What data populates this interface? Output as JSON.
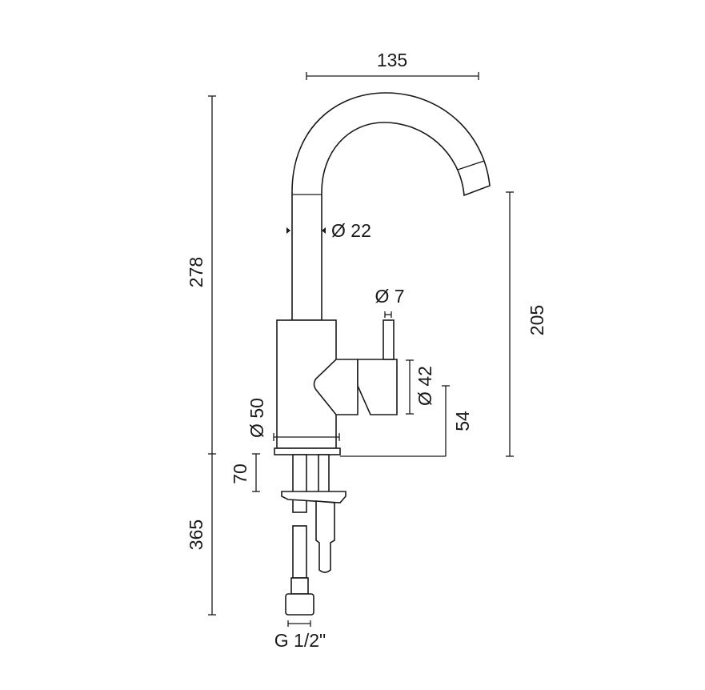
{
  "drawing": {
    "title": "Faucet technical dimension drawing",
    "dimensions": {
      "spout_reach": "135",
      "total_height": "278",
      "spout_height": "205",
      "spout_diameter": "Ø 22",
      "lever_diameter": "Ø 7",
      "handle_diameter": "Ø 42",
      "handle_height": "54",
      "body_diameter": "Ø 50",
      "under_deck": "70",
      "hose_length": "365",
      "connection": "G 1/2\""
    }
  }
}
